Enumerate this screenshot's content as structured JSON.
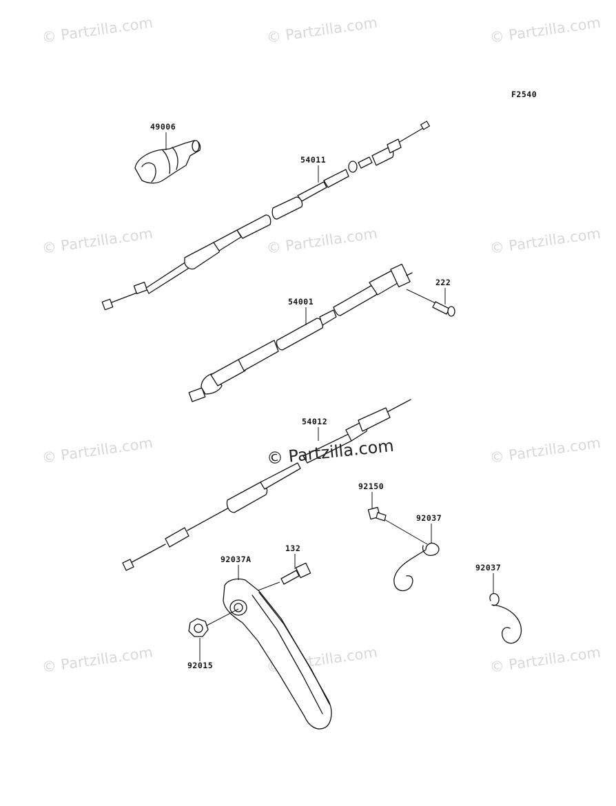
{
  "diagram_code": "F2540",
  "watermark": "© Partzilla.com",
  "parts": [
    {
      "id": "p49006",
      "number": "49006"
    },
    {
      "id": "p54011",
      "number": "54011"
    },
    {
      "id": "p54001",
      "number": "54001"
    },
    {
      "id": "p222",
      "number": "222"
    },
    {
      "id": "p54012",
      "number": "54012"
    },
    {
      "id": "p92150",
      "number": "92150"
    },
    {
      "id": "p92037a",
      "number": "92037"
    },
    {
      "id": "p132",
      "number": "132"
    },
    {
      "id": "p92037A",
      "number": "92037A"
    },
    {
      "id": "p92037b",
      "number": "92037"
    },
    {
      "id": "p92015",
      "number": "92015"
    }
  ]
}
